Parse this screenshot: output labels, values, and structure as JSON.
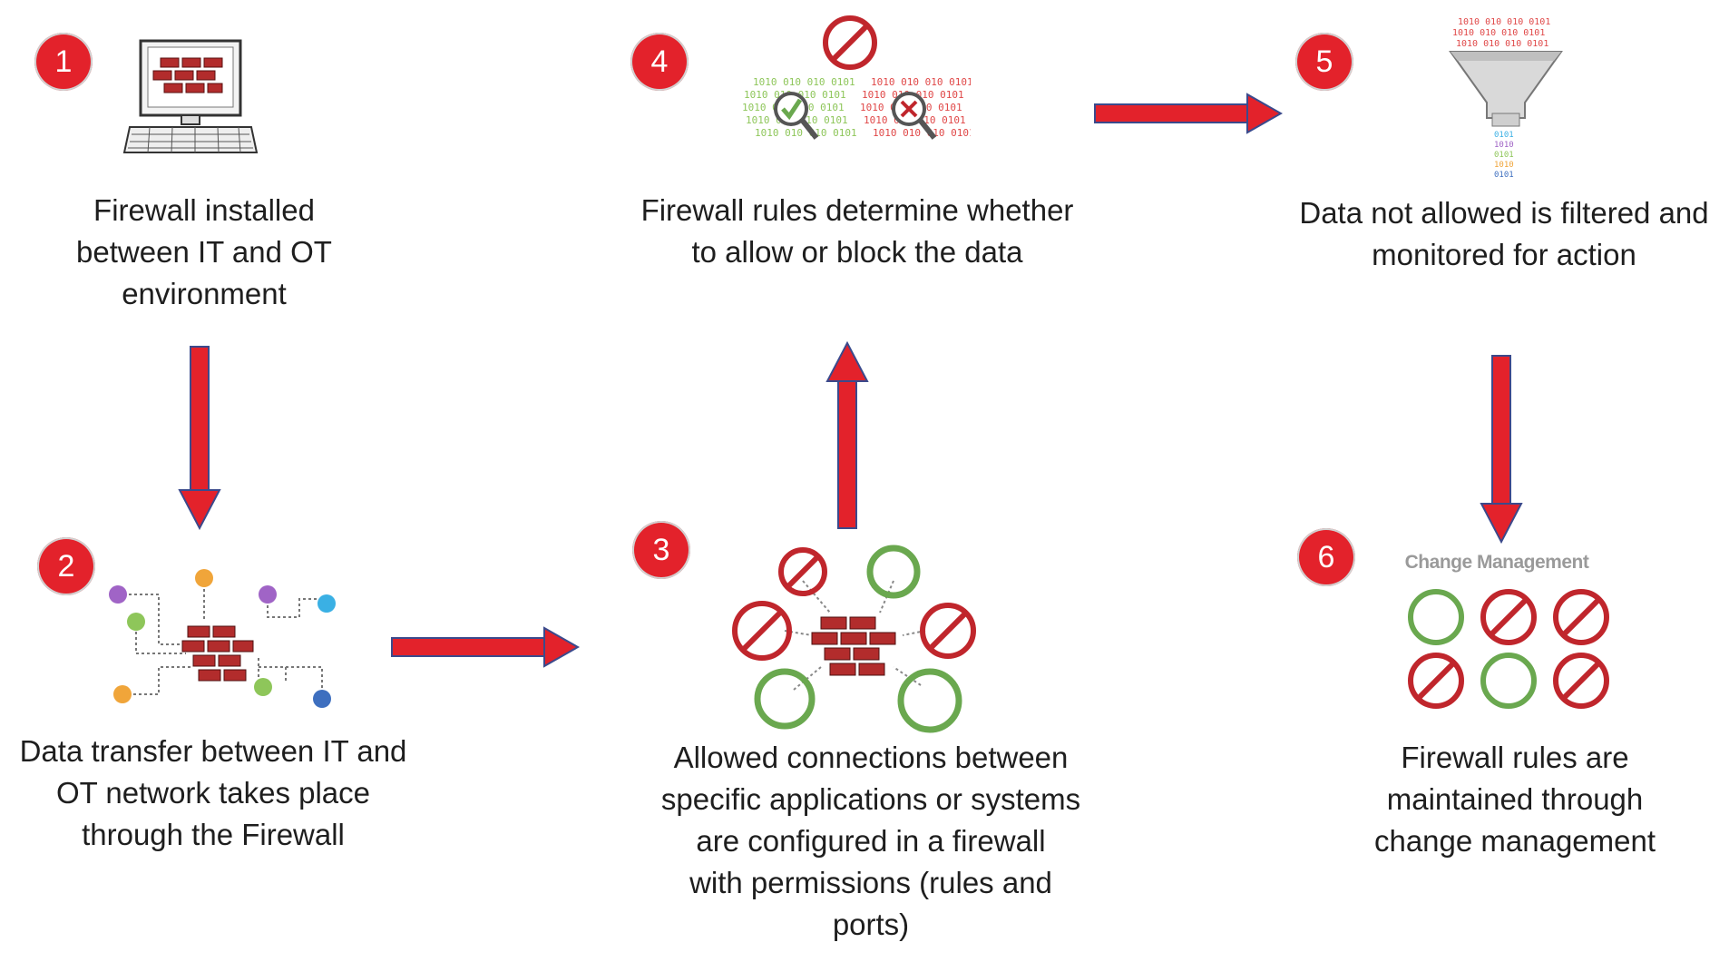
{
  "steps": [
    {
      "number": "1",
      "lines": [
        "Firewall installed",
        "between IT and OT",
        "environment"
      ]
    },
    {
      "number": "2",
      "lines": [
        "Data transfer between IT and",
        "OT network takes place",
        "through the Firewall"
      ]
    },
    {
      "number": "3",
      "lines": [
        "Allowed connections between",
        "specific applications or systems",
        "are configured in a firewall",
        "with permissions (rules and",
        "ports)"
      ]
    },
    {
      "number": "4",
      "lines": [
        "Firewall rules determine whether",
        "to allow or block the data"
      ]
    },
    {
      "number": "5",
      "lines": [
        "Data not allowed is filtered and",
        "monitored for action"
      ]
    },
    {
      "number": "6",
      "lines": [
        "Firewall rules are",
        "maintained through",
        "change management"
      ]
    }
  ],
  "change_management_label": "Change Management",
  "binary_text": "1010 010 010 0101",
  "colors": {
    "accent": "#e3222b",
    "allow": "#6aa84f",
    "block": "#c0262c",
    "brick": "#b22c2c"
  }
}
